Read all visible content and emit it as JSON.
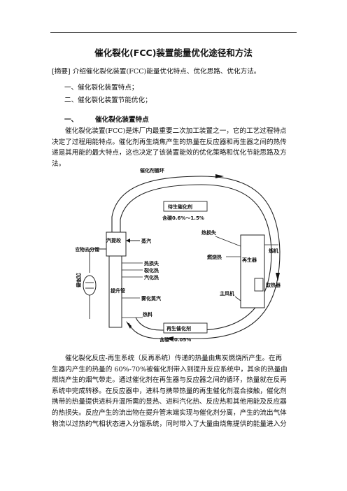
{
  "title": "催化裂化(FCC)装置能量优化途径和方法",
  "abstract": "[摘要] 介绍催化裂化装置(FCC)能量优化特点、优化思路、优化方法。",
  "toc": [
    "一、催化裂化装置特点；",
    "二、催化裂化装置节能优化；"
  ],
  "section1": {
    "num": "一、",
    "title": "催化裂化装置特点"
  },
  "para1": [
    "催化裂化装置(FCC)是炼厂内最重要二次加工装置之一，它的工艺过程特点",
    "决定了过程用能特点。催化剂再生烧焦产生的热量在反应器和再生器之间的热传",
    "递是其用能的最大特点，这也决定了该装置能效的优化策略和优化节能思路及方",
    "法。"
  ],
  "diagram": {
    "catalyst_circulation": "催化剂循环",
    "spent_catalyst": "待生催化剂",
    "spent_carbon": "含碳0.6%～1.5%",
    "heat_loss_top": "热损失",
    "stripper": "汽提段",
    "steam": "蒸汽",
    "product_to_fractionator": "反应物去分馏",
    "settler": "沉降器",
    "flue_gas": "烟机",
    "coke_burning": "燃烧热",
    "regenerator": "再生器",
    "heat_loss": "热损失",
    "cracking_heat": "裂化热",
    "vaporization_heat": "汽化热",
    "riser": "提升管",
    "atomizing_steam": "雾化蒸汽",
    "heat_remover": "取热器",
    "main_blower": "主风机",
    "feed": "热料",
    "regen_catalyst": "再生催化剂",
    "regen_carbon": "含碳＜0.05%"
  },
  "para2": [
    "催化裂化反应-再生系统（反再系统）传递的热量由焦炭燃烧所产生。在再",
    "生器内产生的热量的 60%-70%被催化剂带入到提升反应系统中，其余的热量由",
    "燃烧产生的烟气带走。通过催化剂在再生器与反应器之间的循环，热量就在反再",
    "系统中完成转移。在反应器中，进料与携带热量的再生催化剂混合接触，催化剂",
    "携带的热量提供进料升温所需的显热、进料汽化热、反应热和其他用能及反应器",
    "的热损失。反应产生的流出物在提升管末端实现与催化剂分离，产生的流出气体",
    "物流以过热的气相状态进入分馏系统，同时带入了大量由烧焦提供的能量进入分"
  ]
}
